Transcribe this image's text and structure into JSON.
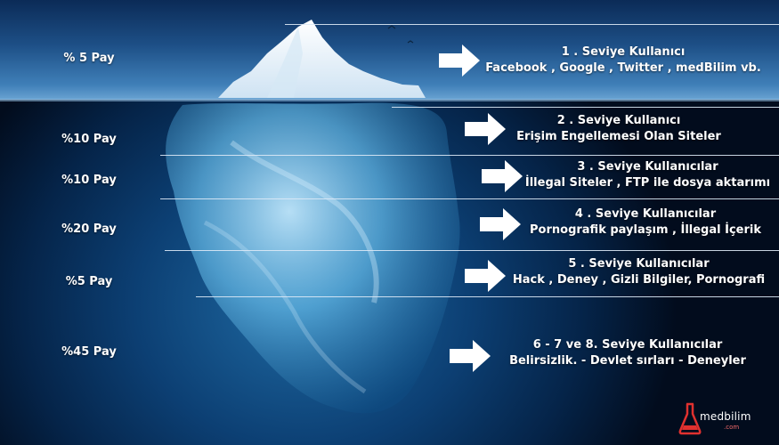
{
  "levels": [
    {
      "pay": "% 5 Pay",
      "title": "1 . Seviye Kullanıcı",
      "detail": "Facebook , Google , Twitter , medBilim vb."
    },
    {
      "pay": "%10 Pay",
      "title": "2 . Seviye Kullanıcı",
      "detail": "Erişim Engellemesi Olan Siteler"
    },
    {
      "pay": "%10 Pay",
      "title": "3 . Seviye Kullanıcılar",
      "detail": "İllegal Siteler , FTP ile dosya aktarımı"
    },
    {
      "pay": "%20 Pay",
      "title": "4 . Seviye Kullanıcılar",
      "detail": "Pornografik paylaşım , İllegal İçerik"
    },
    {
      "pay": "%5 Pay",
      "title": "5 . Seviye Kullanıcılar",
      "detail": "Hack , Deney , Gizli Bilgiler, Pornografi"
    },
    {
      "pay": "%45 Pay",
      "title": "6 - 7 ve 8. Seviye Kullanıcılar",
      "detail": "Belirsizlik. - Devlet sırları - Deneyler"
    }
  ],
  "logo": {
    "name": "medbilim",
    "sub": ".com"
  },
  "colors": {
    "sky": "#1d4f86",
    "ocean": "#0c3f73",
    "ice": "#eaf4fb",
    "text": "#ffffff",
    "arrow": "#ffffff",
    "logo_accent": "#e0312f"
  }
}
